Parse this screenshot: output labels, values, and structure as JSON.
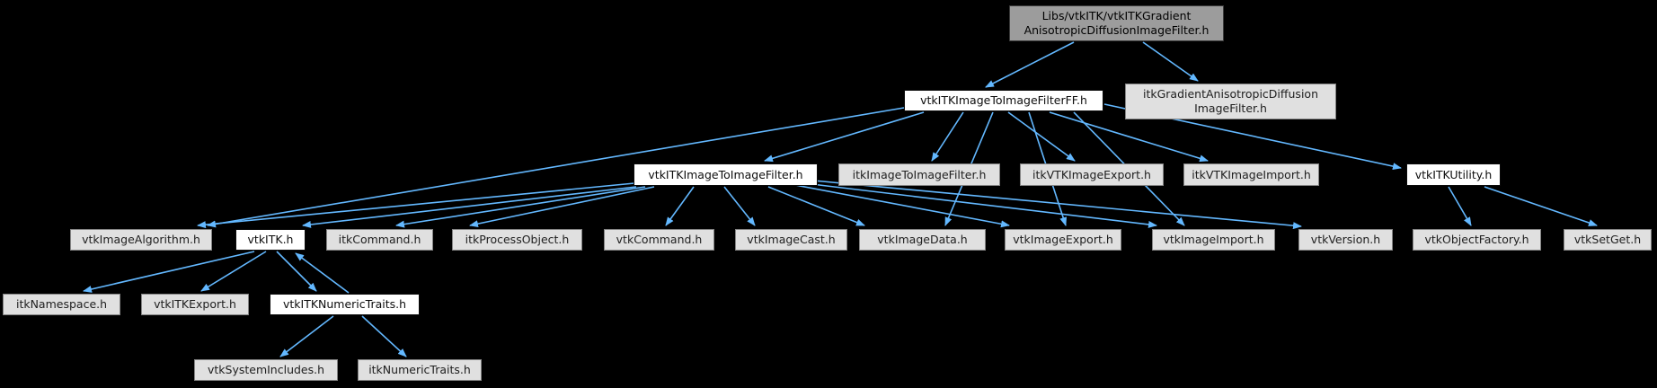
{
  "diagram": {
    "title": "Include dependency graph for Libs/vtkITK/vtkITKGradientAnisotropicDiffusionImageFilter.h",
    "type": "include-dependency-graph",
    "colors": {
      "background": "#000000",
      "edge": "#63b8ff",
      "current_node_fill": "#9c9c9c",
      "linked_node_fill": "#ffffff",
      "plain_node_fill": "#e0e0e0"
    },
    "nodes": [
      {
        "id": "current",
        "label": "Libs/vtkITK/vtkITKGradient\nAnisotropicDiffusionImageFilter.h",
        "type": "current"
      },
      {
        "id": "ff",
        "label": "vtkITKImageToImageFilterFF.h",
        "type": "linked"
      },
      {
        "id": "itkgrad",
        "label": "itkGradientAnisotropicDiffusion\nImageFilter.h",
        "type": "plain"
      },
      {
        "id": "itif",
        "label": "vtkITKImageToImageFilter.h",
        "type": "linked"
      },
      {
        "id": "itki2i",
        "label": "itkImageToImageFilter.h",
        "type": "plain"
      },
      {
        "id": "itkvtkexport",
        "label": "itkVTKImageExport.h",
        "type": "plain"
      },
      {
        "id": "itkvtkimport",
        "label": "itkVTKImageImport.h",
        "type": "plain"
      },
      {
        "id": "vtkitkutility",
        "label": "vtkITKUtility.h",
        "type": "linked"
      },
      {
        "id": "vtkimagealgorithm",
        "label": "vtkImageAlgorithm.h",
        "type": "plain"
      },
      {
        "id": "vtkitk",
        "label": "vtkITK.h",
        "type": "linked"
      },
      {
        "id": "itkcommand",
        "label": "itkCommand.h",
        "type": "plain"
      },
      {
        "id": "itkprocessobject",
        "label": "itkProcessObject.h",
        "type": "plain"
      },
      {
        "id": "vtkcommand",
        "label": "vtkCommand.h",
        "type": "plain"
      },
      {
        "id": "vtkimagecast",
        "label": "vtkImageCast.h",
        "type": "plain"
      },
      {
        "id": "vtkimagedata",
        "label": "vtkImageData.h",
        "type": "plain"
      },
      {
        "id": "vtkimageexport",
        "label": "vtkImageExport.h",
        "type": "plain"
      },
      {
        "id": "vtkimageimport",
        "label": "vtkImageImport.h",
        "type": "plain"
      },
      {
        "id": "vtkversion",
        "label": "vtkVersion.h",
        "type": "plain"
      },
      {
        "id": "vtkobjectfactory",
        "label": "vtkObjectFactory.h",
        "type": "plain"
      },
      {
        "id": "vtksetget",
        "label": "vtkSetGet.h",
        "type": "plain"
      },
      {
        "id": "itknamespace",
        "label": "itkNamespace.h",
        "type": "plain"
      },
      {
        "id": "vtkitkexport",
        "label": "vtkITKExport.h",
        "type": "plain"
      },
      {
        "id": "vtkitknumerictraits",
        "label": "vtkITKNumericTraits.h",
        "type": "linked"
      },
      {
        "id": "vtksystemincludes",
        "label": "vtkSystemIncludes.h",
        "type": "plain"
      },
      {
        "id": "itknumerictraits",
        "label": "itkNumericTraits.h",
        "type": "plain"
      }
    ],
    "edges": [
      {
        "from": "current",
        "to": "ff"
      },
      {
        "from": "current",
        "to": "itkgrad"
      },
      {
        "from": "ff",
        "to": "itif"
      },
      {
        "from": "ff",
        "to": "itki2i"
      },
      {
        "from": "ff",
        "to": "itkvtkexport"
      },
      {
        "from": "ff",
        "to": "itkvtkimport"
      },
      {
        "from": "ff",
        "to": "vtkitkutility"
      },
      {
        "from": "ff",
        "to": "vtkimagealgorithm"
      },
      {
        "from": "ff",
        "to": "vtkimagedata"
      },
      {
        "from": "ff",
        "to": "vtkimageexport"
      },
      {
        "from": "ff",
        "to": "vtkimageimport"
      },
      {
        "from": "itif",
        "to": "vtkimagealgorithm"
      },
      {
        "from": "itif",
        "to": "vtkitk"
      },
      {
        "from": "itif",
        "to": "itkcommand"
      },
      {
        "from": "itif",
        "to": "itkprocessobject"
      },
      {
        "from": "itif",
        "to": "vtkcommand"
      },
      {
        "from": "itif",
        "to": "vtkimagecast"
      },
      {
        "from": "itif",
        "to": "vtkimagedata"
      },
      {
        "from": "itif",
        "to": "vtkimageexport"
      },
      {
        "from": "itif",
        "to": "vtkimageimport"
      },
      {
        "from": "itif",
        "to": "vtkversion"
      },
      {
        "from": "vtkitkutility",
        "to": "vtkobjectfactory"
      },
      {
        "from": "vtkitkutility",
        "to": "vtksetget"
      },
      {
        "from": "vtkitk",
        "to": "itknamespace"
      },
      {
        "from": "vtkitk",
        "to": "vtkitkexport"
      },
      {
        "from": "vtkitk",
        "to": "vtkitknumerictraits"
      },
      {
        "from": "vtkitknumerictraits",
        "to": "vtkitk"
      },
      {
        "from": "vtkitknumerictraits",
        "to": "vtksystemincludes"
      },
      {
        "from": "vtkitknumerictraits",
        "to": "itknumerictraits"
      }
    ]
  }
}
